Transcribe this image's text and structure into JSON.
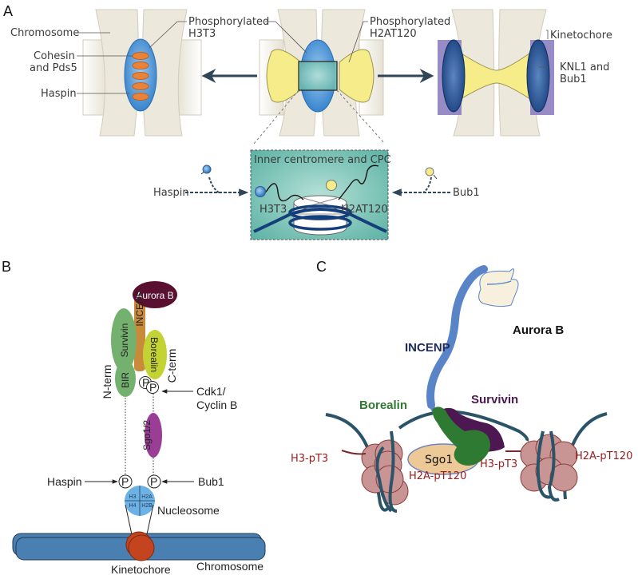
{
  "panels": {
    "a": {
      "letter": "A",
      "labels": {
        "chromosome": "Chromosome",
        "cohesin_line1": "Cohesin",
        "cohesin_line2": "and Pds5",
        "haspin": "Haspin",
        "phospho_h3t3_line1": "Phosphorylated",
        "phospho_h3t3_line2": "H3T3",
        "phospho_h2at120_line1": "Phosphorylated",
        "phospho_h2at120_line2": "H2AT120",
        "kinetochore": "Kinetochore",
        "knl1_line1": "KNL1 and",
        "knl1_line2": "Bub1"
      },
      "inset": {
        "title": "Inner centromere and CPC",
        "h3t3": "H3T3",
        "h2at120": "H2AT120",
        "left_kinase": "Haspin",
        "right_kinase": "Bub1"
      }
    },
    "b": {
      "letter": "B",
      "labels": {
        "aurora_b": "Aurora B",
        "incenp": "INCENP",
        "survivin": "Survivin",
        "borealin": "Borealin",
        "bir": "BIR",
        "n_term": "N-term",
        "c_term": "C-term",
        "cdk1_line1": "Cdk1/",
        "cdk1_line2": "Cyclin B",
        "sgo": "Sgo1/2",
        "haspin": "Haspin",
        "bub1": "Bub1",
        "phospho": "P",
        "h3": "H3",
        "h2a": "H2A",
        "h4": "H4",
        "h2b": "H2B",
        "nucleosome": "Nucleosome",
        "kinetochore": "Kinetochore",
        "chromosome": "Chromosome"
      }
    },
    "c": {
      "letter": "C",
      "labels": {
        "aurora_b": "Aurora B",
        "incenp": "INCENP",
        "borealin": "Borealin",
        "survivin": "Survivin",
        "sgo1": "Sgo1",
        "h3_pt3_left": "H3-pT3",
        "h3_pt3_center": "H3-pT3",
        "h2a_pt120_center": "H2A-pT120",
        "h2a_pt120_right": "H2A-pT120"
      }
    }
  },
  "colors": {
    "chromatid": "#ece8dc",
    "haspin_blue": "#3f8fd6",
    "cohesin_orange": "#e8843a",
    "h2a_yellow": "#f6ec8a",
    "kinetochore_purple": "#8c7fbf",
    "knl1_navy": "#1f4f8f",
    "inset_teal": "#7fc8b8",
    "aurora_b_maroon": "#5a1030",
    "incenp_orange": "#c98a3a",
    "survivin_green": "#74b06e",
    "borealin_lime": "#c4d334",
    "sgo_magenta": "#9a3d94",
    "nucleosome_blue": "#6db2e4",
    "chromosome_blue": "#4a7fb1",
    "kinetochore_red": "#c4441f",
    "c_incenp_blue": "#5a84c8",
    "c_borealin_green": "#2f7a32",
    "c_survivin_purple": "#4d1751",
    "c_histone_pink": "#c99594",
    "c_dna_teal": "#2b5468",
    "c_sgo1_tan": "#ecc996",
    "c_label_red": "#9b1c1c",
    "c_label_navy": "#1c2b5c"
  }
}
